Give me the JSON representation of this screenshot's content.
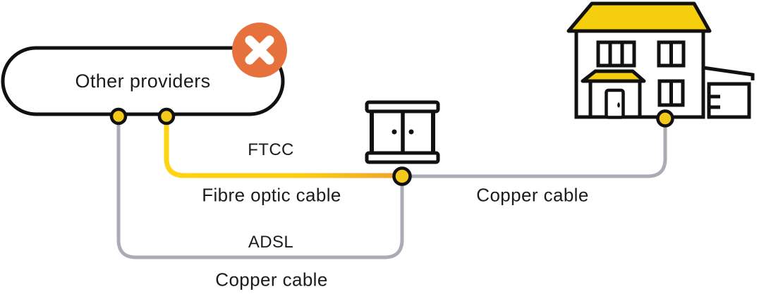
{
  "nodes": {
    "other_providers": {
      "label": "Other providers",
      "badge_icon": "blocked-x-icon"
    },
    "cabinet": {
      "icon": "street-cabinet-icon"
    },
    "house": {
      "icon": "house-icon"
    }
  },
  "links": {
    "fibre": {
      "type_label": "FTCC",
      "cable_label": "Fibre optic cable"
    },
    "copper_right": {
      "cable_label": "Copper cable"
    },
    "adsl": {
      "type_label": "ADSL",
      "cable_label": "Copper cable"
    }
  },
  "icons": {
    "badge": "blocked-x-icon",
    "cabinet": "street-cabinet-icon",
    "house": "house-icon",
    "connector": "connector-dot"
  },
  "colors": {
    "brand_yellow": "#F5CE0E",
    "dot_yellow": "#F5C91C",
    "fibre_yellow": "#FFD412",
    "fibre_orange": "#EFA22F",
    "copper_gray": "#A9ACB4",
    "blocked_orange": "#E7713D",
    "outline_black": "#111111",
    "text_black": "#1C1C1E"
  }
}
